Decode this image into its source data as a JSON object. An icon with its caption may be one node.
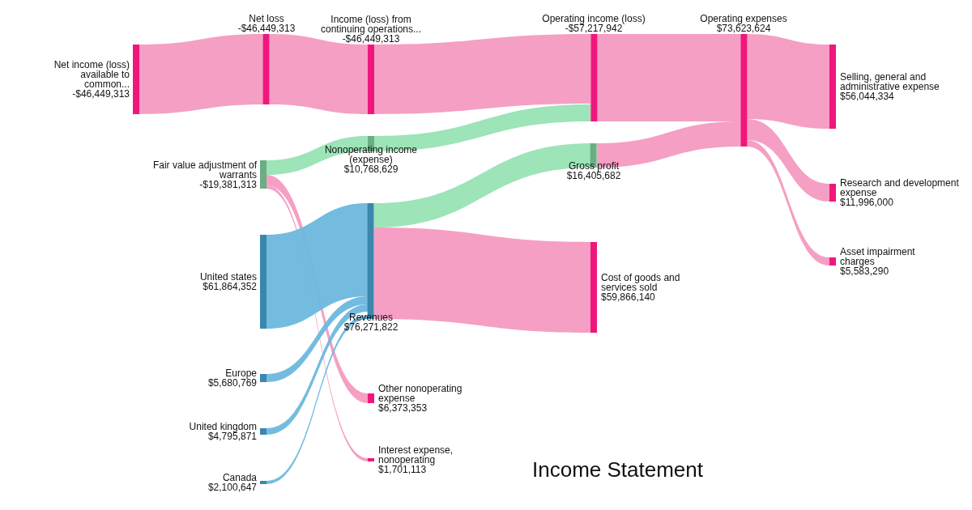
{
  "diagram": {
    "title": "Income Statement",
    "nodes": [
      {
        "text": [
          "Net income (loss) available to common...",
          "-$46,449,313"
        ]
      },
      {
        "text": [
          "Net loss",
          "-$46,449,313"
        ]
      },
      {
        "text": [
          "Income (loss) from continuing operations...",
          "-$46,449,313"
        ]
      },
      {
        "text": [
          "Operating income (loss)",
          "-$57,217,942"
        ]
      },
      {
        "text": [
          "Operating expenses",
          "$73,623,624"
        ]
      },
      {
        "text": [
          "Selling, general and administrative expense",
          "$56,044,334"
        ]
      },
      {
        "text": [
          "Fair value adjustment of warrants",
          "-$19,381,313"
        ]
      },
      {
        "text": [
          "Nonoperating income (expense)",
          "$10,768,629"
        ]
      },
      {
        "text": [
          "Gross profit",
          "$16,405,682"
        ]
      },
      {
        "text": [
          "Research and development expense",
          "$11,996,000"
        ]
      },
      {
        "text": [
          "Asset impairment charges",
          "$5,583,290"
        ]
      },
      {
        "text": [
          "United states",
          "$61,864,352"
        ]
      },
      {
        "text": [
          "Revenues",
          "$76,271,822"
        ]
      },
      {
        "text": [
          "Cost of goods and services sold",
          "$59,866,140"
        ]
      },
      {
        "text": [
          "Europe",
          "$5,680,769"
        ]
      },
      {
        "text": [
          "United kingdom",
          "$4,795,871"
        ]
      },
      {
        "text": [
          "Canada",
          "$2,100,647"
        ]
      },
      {
        "text": [
          "Other nonoperating expense",
          "$6,373,353"
        ]
      },
      {
        "text": [
          "Interest expense, nonoperating",
          "$1,701,113"
        ]
      }
    ],
    "edges": [
      {
        "from": 0,
        "to": 1,
        "arrow": "none"
      },
      {
        "from": 1,
        "to": 2,
        "arrow": "none"
      },
      {
        "from": 2,
        "to": 3,
        "arrow": "none"
      },
      {
        "from": 3,
        "to": 4,
        "arrow": "none"
      },
      {
        "from": 4,
        "to": 5,
        "arrow": "none"
      },
      {
        "from": 4,
        "to": 9,
        "arrow": "none"
      },
      {
        "from": 4,
        "to": 10,
        "arrow": "none"
      },
      {
        "from": 6,
        "to": 7,
        "arrow": "none",
        "color": "#98e3b4"
      },
      {
        "from": 7,
        "to": 3,
        "arrow": "none",
        "color": "#98e3b4"
      },
      {
        "from": 6,
        "to": 17,
        "arrow": "none"
      },
      {
        "from": 6,
        "to": 18,
        "arrow": "none"
      },
      {
        "from": 11,
        "to": 12,
        "arrow": "none",
        "color": "#6bb8de"
      },
      {
        "from": 14,
        "to": 12,
        "arrow": "none",
        "color": "#6bb8de"
      },
      {
        "from": 15,
        "to": 12,
        "arrow": "none",
        "color": "#6bb8de"
      },
      {
        "from": 16,
        "to": 12,
        "arrow": "none",
        "color": "#6bb8de"
      },
      {
        "from": 12,
        "to": 8,
        "arrow": "none",
        "color": "#98e3b4"
      },
      {
        "from": 12,
        "to": 13,
        "arrow": "none"
      },
      {
        "from": 8,
        "to": 4,
        "arrow": "none"
      }
    ]
  }
}
